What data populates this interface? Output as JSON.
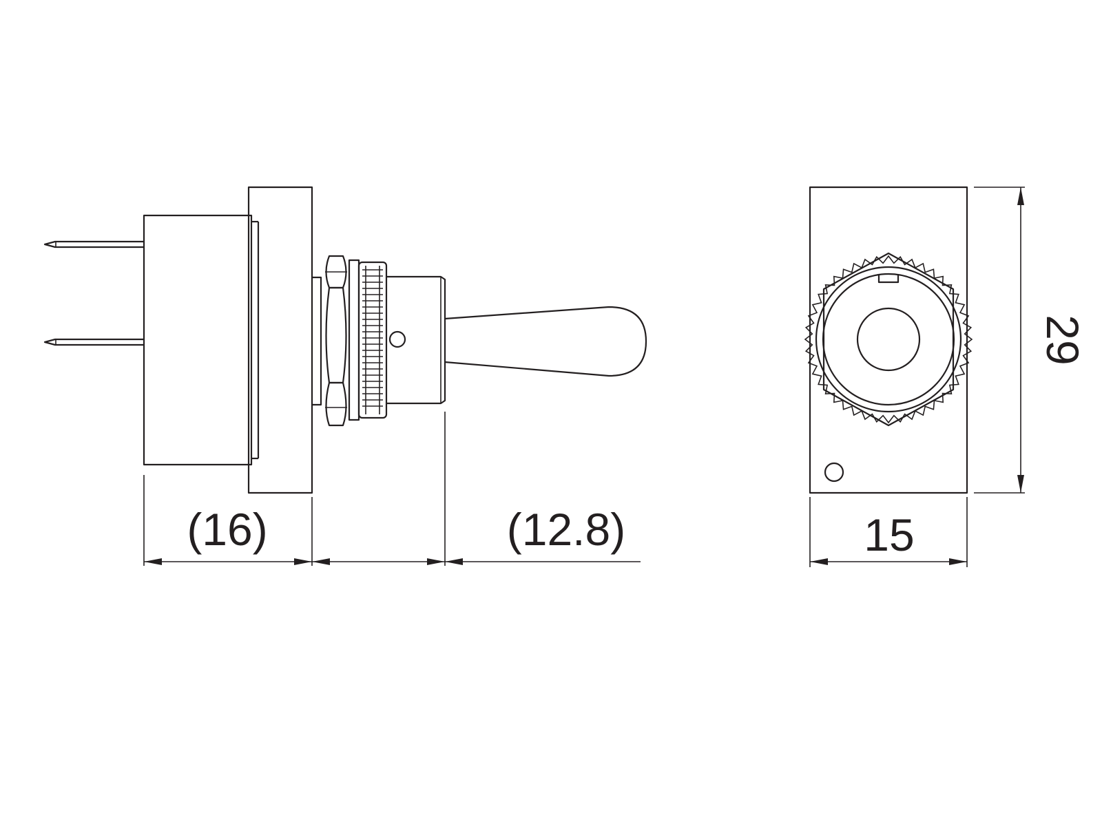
{
  "dimensions": {
    "terminal_length": "(16)",
    "lever_length": "(12.8)",
    "width": "15",
    "height": "29"
  },
  "colors": {
    "line": "#231f20",
    "background": "#ffffff"
  }
}
